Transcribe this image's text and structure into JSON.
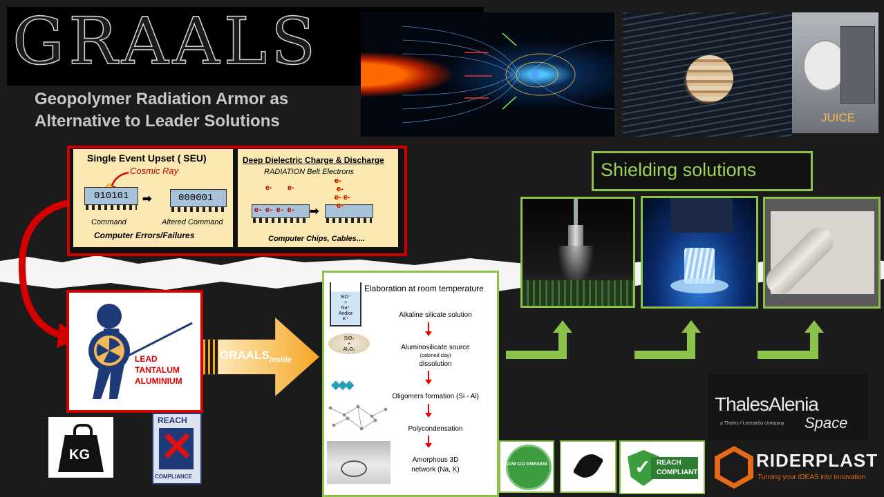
{
  "header": {
    "title": "GRAALS",
    "subtitle_line1": "Geopolymer Radiation Armor as",
    "subtitle_line2": "Alternative to Leader Solutions",
    "juice_label": "JUICE"
  },
  "hazards": {
    "seu": {
      "title": "Single Event Upset ( SEU)",
      "cosmic_ray": "Cosmic Ray",
      "code_before": "010101",
      "code_after": "000001",
      "label_before": "Command",
      "label_after": "Altered Command",
      "footer": "Computer Errors/Failures"
    },
    "ddc": {
      "title": "Deep Dielectric Charge & Discharge",
      "subtitle": "RADIATION Belt Electrons",
      "electron": "e-",
      "footer": "Computer Chips, Cables...."
    }
  },
  "armor": {
    "materials": [
      "LEAD",
      "TANTALUM",
      "ALUMINIUM"
    ],
    "kg_label": "KG",
    "reach_label": "REACH",
    "compliance_label": "COMPLIANCE"
  },
  "arrow": {
    "brand": "GRAALS",
    "suffix": "inside"
  },
  "process": {
    "title": "Elaboration at room temperature",
    "beaker_lines": [
      "SiO⁻",
      "+",
      "Na⁺",
      "And/or",
      "K⁺"
    ],
    "mineral_lines": [
      "SiO₂",
      "+",
      "Al₂O₃"
    ],
    "steps": [
      "Alkaline silicate solution",
      "Aluminosilicate source",
      "(calcined clay)",
      "dissolution",
      "Oligomers formation (Si - Al)",
      "Polycondensation",
      "Amorphous 3D",
      "network (Na, K)"
    ]
  },
  "shielding": {
    "title": "Shielding solutions"
  },
  "badges": {
    "co2": "LOW CO2 EMISSION",
    "reach_1": "REACH",
    "reach_2": "COMPLIANT"
  },
  "partners": {
    "thales_1": "ThalesAlenia",
    "thales_2": "a Thales / Leonardo company",
    "thales_3": "Space",
    "riderplast": "RIDERPLAST",
    "riderplast_tagline": "Turning your IDEAS into Innovation"
  },
  "colors": {
    "accent_green": "#8bc34a",
    "accent_red": "#d40000",
    "arrow_orange": "#f5a623"
  }
}
